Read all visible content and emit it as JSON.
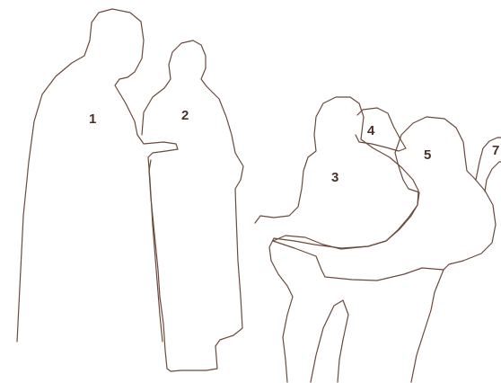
{
  "figure": {
    "line_color": "#6b4a3a",
    "label_color": "#4a3028",
    "background": "#ffffff"
  },
  "labels": [
    "1",
    "2",
    "3",
    "4",
    "5",
    "7"
  ]
}
